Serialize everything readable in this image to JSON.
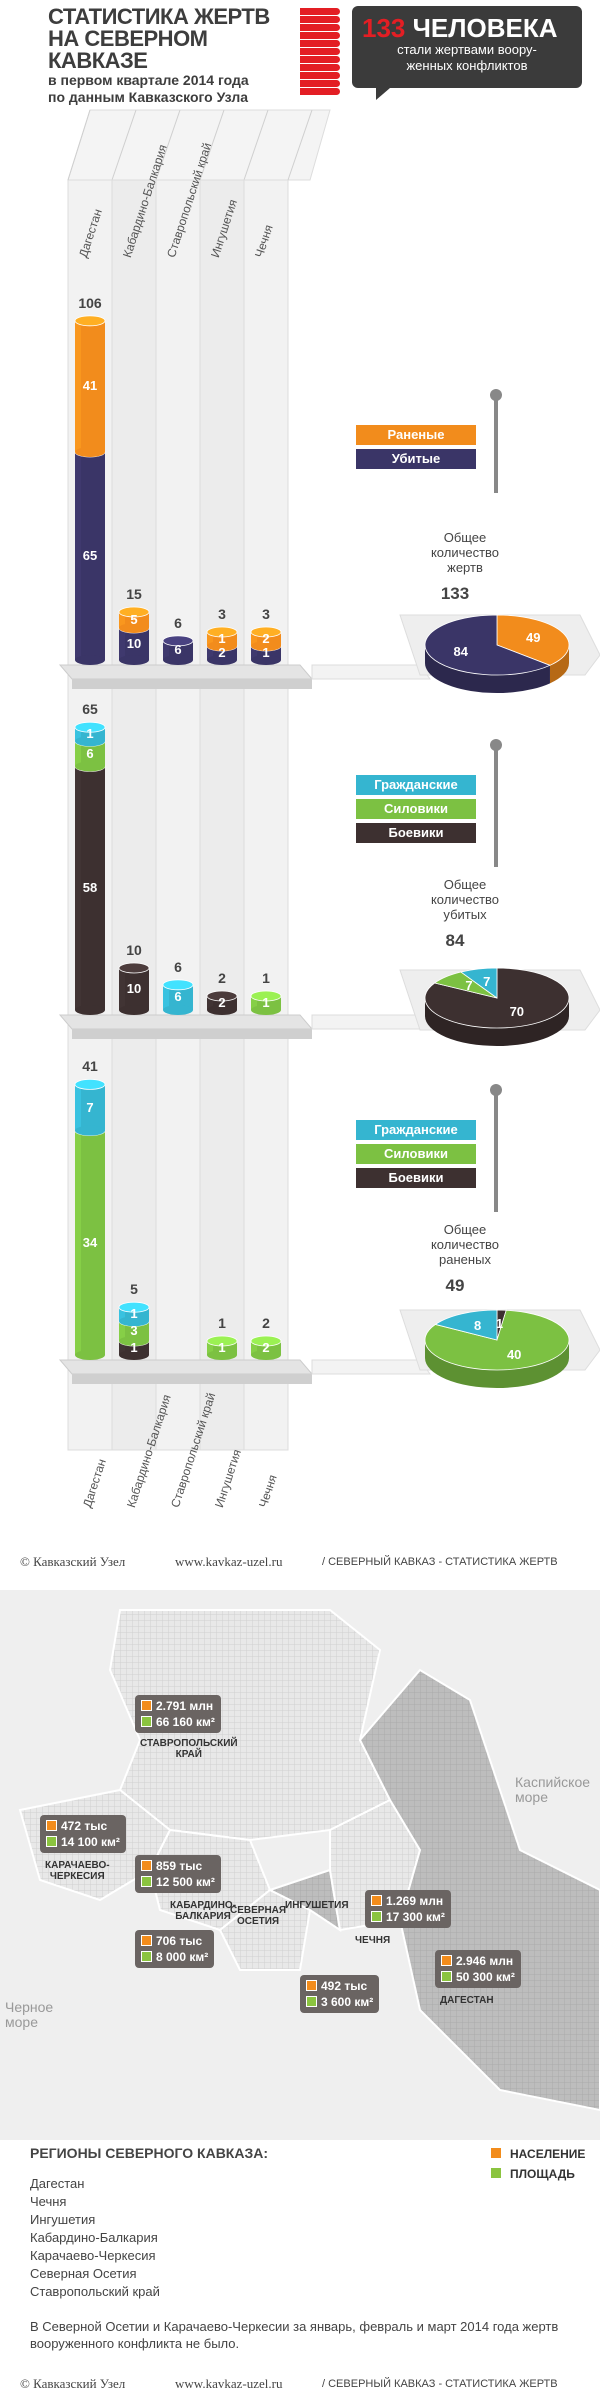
{
  "header": {
    "title_line1": "СТАТИСТИКА ЖЕРТВ",
    "title_line2": "НА СЕВЕРНОМ КАВКАЗЕ",
    "subtitle_line1": "в первом квартале 2014 года",
    "subtitle_line2": "по данным Кавказского Узла",
    "badge_number": "133",
    "badge_word": "ЧЕЛОВЕКА",
    "badge_desc_line1": "стали жертвами воору-",
    "badge_desc_line2": "женных конфликтов"
  },
  "colors": {
    "wounded": "#f28c1c",
    "killed": "#3a3567",
    "civilians": "#35b5d0",
    "security": "#7cc142",
    "militants": "#3d3030",
    "accent": "#e31e24"
  },
  "columns": [
    "Дагестан",
    "Кабардино-Балкария",
    "Ставропольский край",
    "Ингушетия",
    "Чечня"
  ],
  "chart_data": [
    {
      "type": "bar",
      "categories": [
        "Дагестан",
        "Кабардино-Балкария",
        "Ставропольский край",
        "Ингушетия",
        "Чечня"
      ],
      "stacked": true,
      "series": [
        {
          "name": "Убитые",
          "values": [
            65,
            10,
            6,
            2,
            1
          ]
        },
        {
          "name": "Раненые",
          "values": [
            41,
            5,
            0,
            1,
            2
          ]
        }
      ],
      "totals": [
        106,
        15,
        6,
        3,
        3
      ]
    },
    {
      "type": "pie",
      "title": "Общее количество жертв",
      "total": 133,
      "labels": [
        "Раненые",
        "Убитые"
      ],
      "values": [
        49,
        84
      ]
    },
    {
      "type": "bar",
      "categories": [
        "Дагестан",
        "Кабардино-Балкария",
        "Ставропольский край",
        "Ингушетия",
        "Чечня"
      ],
      "stacked": true,
      "series": [
        {
          "name": "Боевики",
          "values": [
            58,
            10,
            0,
            2,
            0
          ]
        },
        {
          "name": "Силовики",
          "values": [
            6,
            0,
            0,
            0,
            1
          ]
        },
        {
          "name": "Гражданские",
          "values": [
            1,
            0,
            6,
            0,
            0
          ]
        }
      ],
      "totals": [
        65,
        10,
        6,
        2,
        1
      ]
    },
    {
      "type": "pie",
      "title": "Общее количество убитых",
      "total": 84,
      "labels": [
        "Боевики",
        "Силовики",
        "Гражданские"
      ],
      "values": [
        70,
        7,
        7
      ]
    },
    {
      "type": "bar",
      "categories": [
        "Дагестан",
        "Кабардино-Балкария",
        "Ставропольский край",
        "Ингушетия",
        "Чечня"
      ],
      "stacked": true,
      "series": [
        {
          "name": "Боевики",
          "values": [
            0,
            1,
            0,
            0,
            0
          ]
        },
        {
          "name": "Силовики",
          "values": [
            34,
            3,
            0,
            1,
            2
          ]
        },
        {
          "name": "Гражданские",
          "values": [
            7,
            1,
            0,
            0,
            0
          ]
        }
      ],
      "totals": [
        41,
        5,
        0,
        1,
        2
      ]
    },
    {
      "type": "pie",
      "title": "Общее количество раненых",
      "total": 49,
      "labels": [
        "Боевики",
        "Силовики",
        "Гражданские"
      ],
      "values": [
        1,
        40,
        8
      ]
    }
  ],
  "legends": {
    "chart1": [
      "Раненые",
      "Убитые"
    ],
    "chart2": [
      "Гражданские",
      "Силовики",
      "Боевики"
    ],
    "chart3": [
      "Гражданские",
      "Силовики",
      "Боевики"
    ]
  },
  "pies": {
    "p1_caption": [
      "Общее",
      "количество",
      "жертв"
    ],
    "p2_caption": [
      "Общее",
      "количество",
      "убитых"
    ],
    "p3_caption": [
      "Общее",
      "количество",
      "раненых"
    ]
  },
  "footer": {
    "copyright": "© Кавказский Узел",
    "url": "www.kavkaz-uzel.ru",
    "section": "/  СЕВЕРНЫЙ КАВКАЗ - СТАТИСТИКА ЖЕРТВ"
  },
  "map": {
    "seas": {
      "caspian": [
        "Каспийское",
        "море"
      ],
      "black": [
        "Черное",
        "море"
      ]
    },
    "regions": [
      {
        "name_lines": [
          "СТАВРОПОЛЬСКИЙ",
          "КРАЙ"
        ],
        "population": "2.791 млн",
        "area": "66 160 км²"
      },
      {
        "name_lines": [
          "КАРАЧАЕВО-",
          "ЧЕРКЕСИЯ"
        ],
        "population": "472 тыс",
        "area": "14 100 км²"
      },
      {
        "name_lines": [
          "КАБАРДИНО-",
          "БАЛКАРИЯ"
        ],
        "population": "859 тыс",
        "area": "12 500 км²"
      },
      {
        "name_lines": [
          "СЕВЕРНАЯ",
          "ОСЕТИЯ"
        ],
        "population": "706 тыс",
        "area": "8 000 км²"
      },
      {
        "name_lines": [
          "ИНГУШЕТИЯ"
        ],
        "population": "492 тыс",
        "area": "3 600 км²"
      },
      {
        "name_lines": [
          "ЧЕЧНЯ"
        ],
        "population": "1.269 млн",
        "area": "17 300 км²"
      },
      {
        "name_lines": [
          "ДАГЕСТАН"
        ],
        "population": "2.946 млн",
        "area": "50 300 км²"
      }
    ]
  },
  "map_legend": {
    "population": "НАСЕЛЕНИЕ",
    "area": "ПЛОЩАДЬ"
  },
  "regions_block": {
    "title": "РЕГИОНЫ СЕВЕРНОГО КАВКАЗА:",
    "items": [
      "Дагестан",
      "Чечня",
      "Ингушетия",
      "Кабардино-Балкария",
      "Карачаево-Черкесия",
      "Северная Осетия",
      "Ставропольский край"
    ],
    "note": "В Северной Осетии и Карачаево-Черкесии за январь, февраль и март 2014 года жертв вооруженного конфликта не было."
  }
}
